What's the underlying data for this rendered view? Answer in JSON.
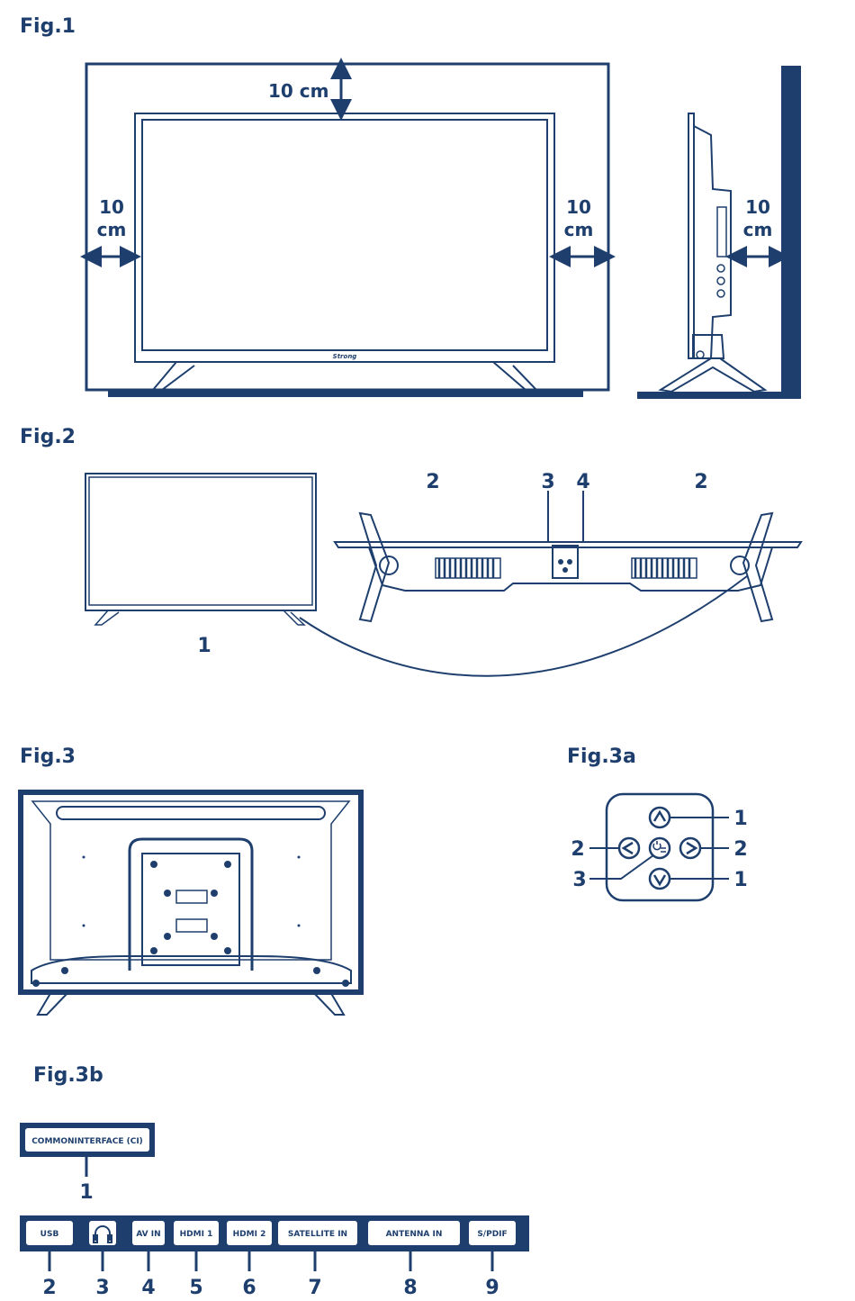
{
  "fig1": {
    "title": "Fig.1",
    "top_gap": "10 cm",
    "left_gap": [
      "10",
      "cm"
    ],
    "right_gap": [
      "10",
      "cm"
    ],
    "side_gap": [
      "10",
      "cm"
    ],
    "brand_mark": "Strong"
  },
  "fig2": {
    "title": "Fig.2",
    "front_label": "1",
    "back_labels": [
      "2",
      "3",
      "4",
      "2"
    ]
  },
  "fig3": {
    "title": "Fig.3"
  },
  "fig3a": {
    "title": "Fig.3a",
    "labels": {
      "up": "1",
      "down": "1",
      "left": "2",
      "right": "2",
      "power": "3"
    }
  },
  "fig3b": {
    "title": "Fig.3b",
    "ci": {
      "label": "COMMONINTERFACE (CI)",
      "number": "1"
    },
    "ports": [
      {
        "label": "USB",
        "number": "2"
      },
      {
        "label": "",
        "icon": "headphones-icon",
        "number": "3"
      },
      {
        "label": "AV IN",
        "number": "4"
      },
      {
        "label": "HDMI 1",
        "number": "5"
      },
      {
        "label": "HDMI 2",
        "number": "6"
      },
      {
        "label": "SATELLITE IN",
        "number": "7"
      },
      {
        "label": "ANTENNA IN",
        "number": "8"
      },
      {
        "label": "S/PDIF",
        "number": "9"
      }
    ]
  },
  "colors": {
    "ink": "#1e3f6e",
    "background": "#ffffff"
  }
}
